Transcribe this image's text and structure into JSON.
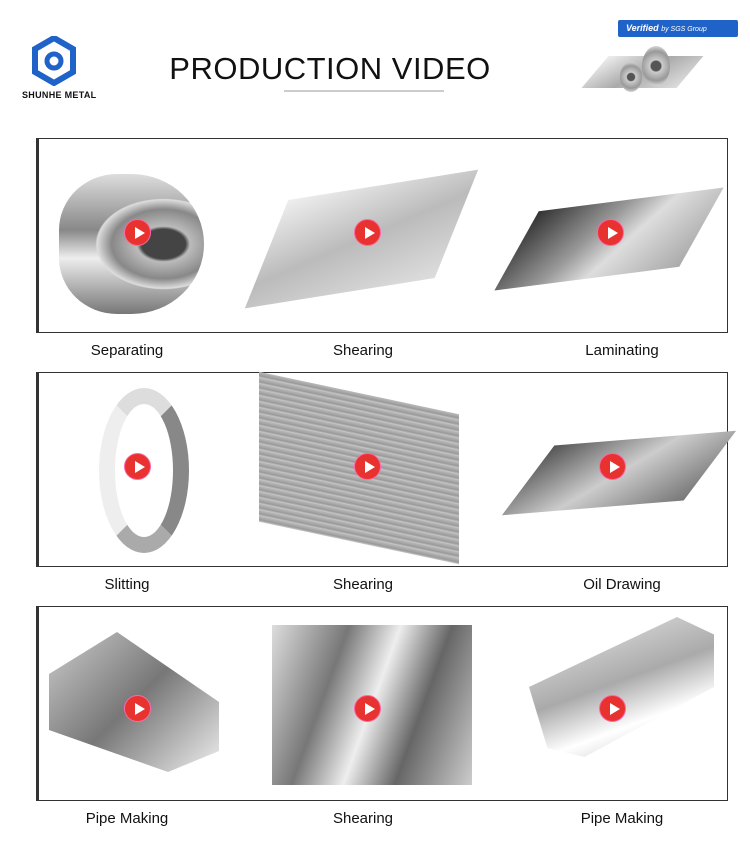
{
  "brand": {
    "name": "SHUNHE METAL",
    "color": "#1f63c9"
  },
  "header": {
    "title": "PRODUCTION VIDEO"
  },
  "badge": {
    "verified": "Verified",
    "by": "by SGS Group"
  },
  "rows": [
    {
      "items": [
        {
          "label": "Separating",
          "icon": "play-icon"
        },
        {
          "label": "Shearing",
          "icon": "play-icon"
        },
        {
          "label": "Laminating",
          "icon": "play-icon"
        }
      ]
    },
    {
      "items": [
        {
          "label": "Slitting",
          "icon": "play-icon"
        },
        {
          "label": "Shearing",
          "icon": "play-icon"
        },
        {
          "label": "Oil Drawing",
          "icon": "play-icon"
        }
      ]
    },
    {
      "items": [
        {
          "label": "Pipe Making",
          "icon": "play-icon"
        },
        {
          "label": "Shearing",
          "icon": "play-icon"
        },
        {
          "label": "Pipe Making",
          "icon": "play-icon"
        }
      ]
    }
  ],
  "colors": {
    "play": "#e8322f"
  }
}
